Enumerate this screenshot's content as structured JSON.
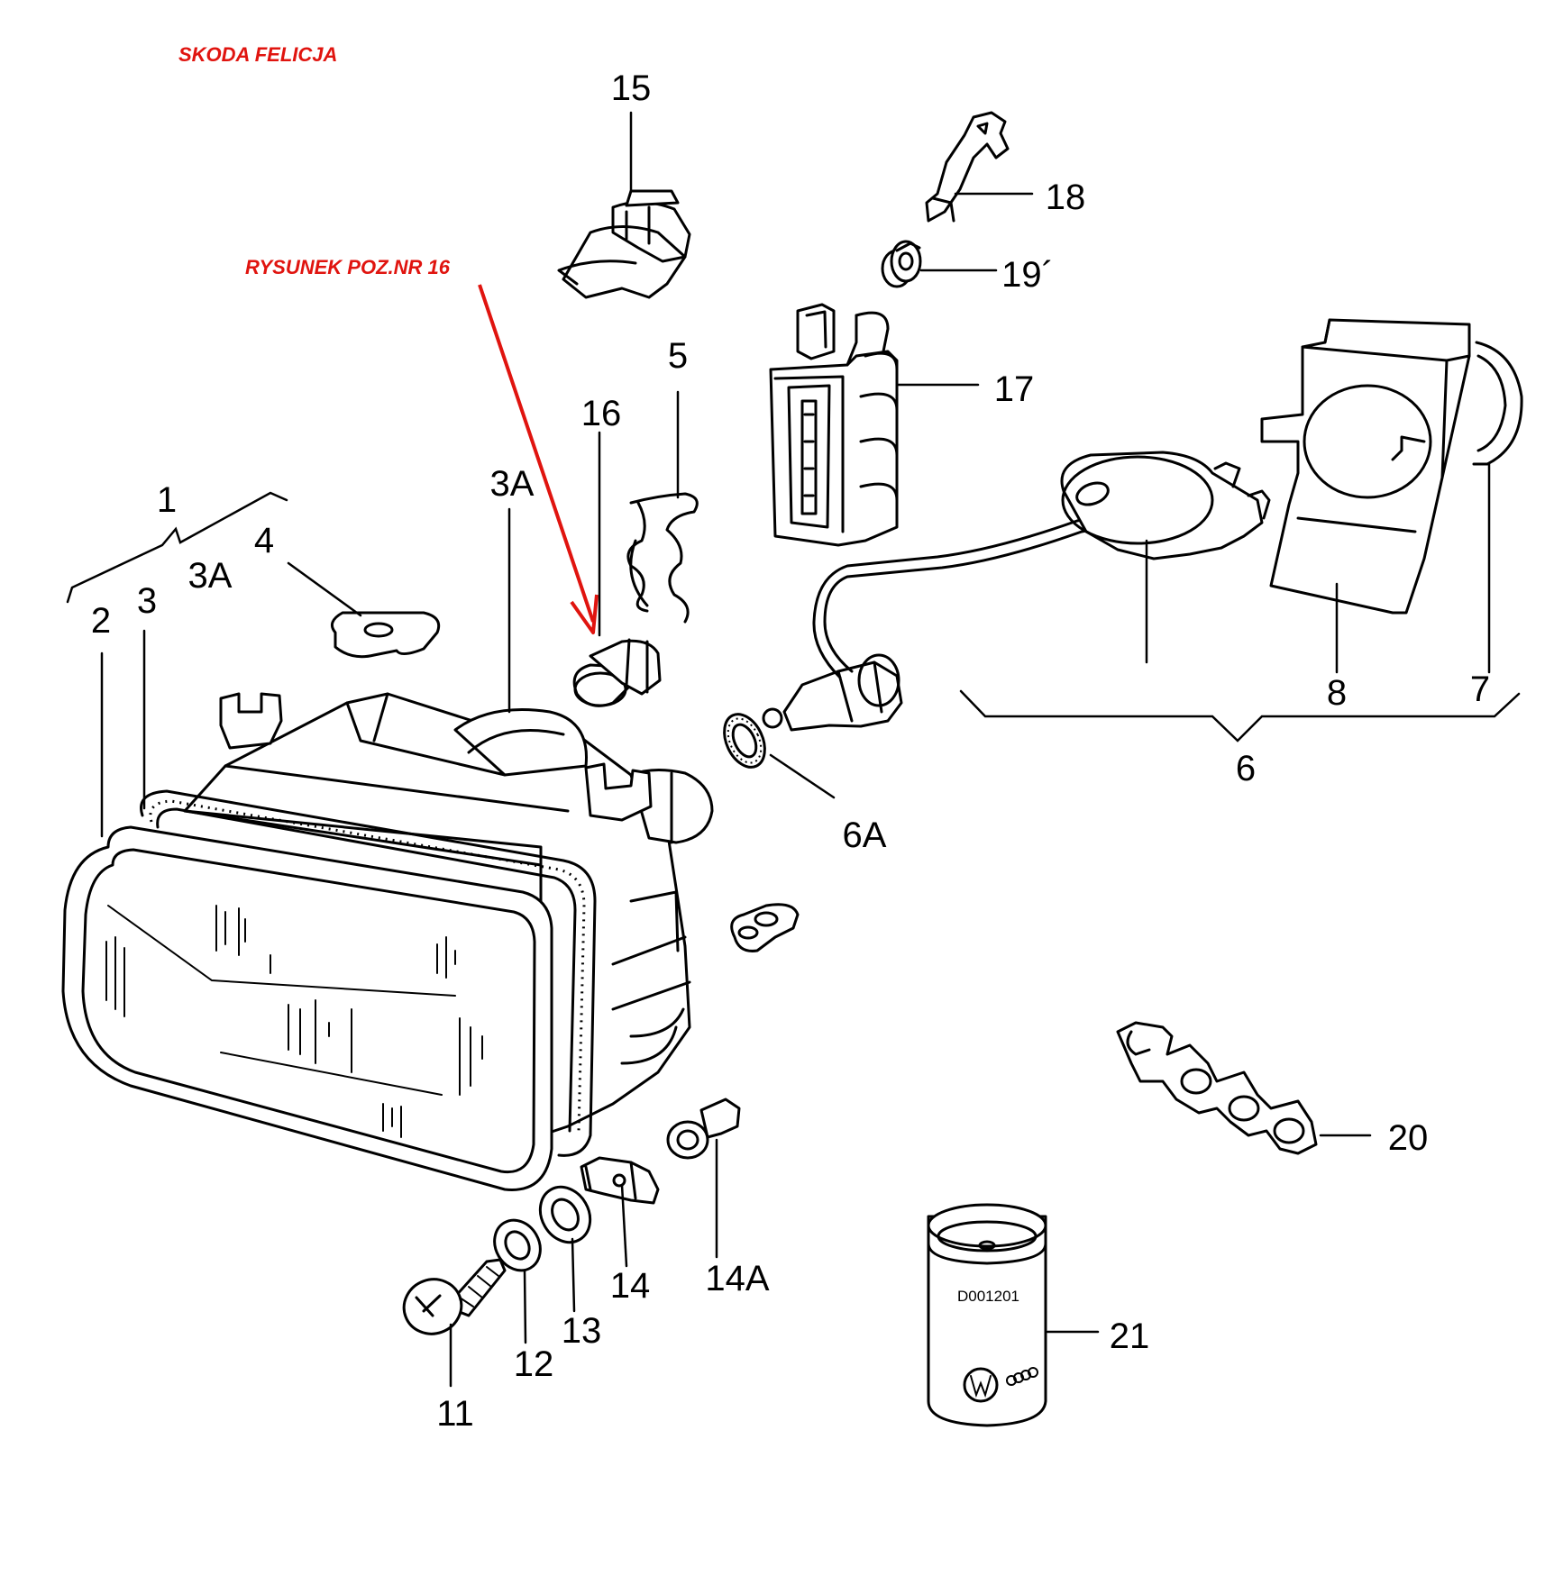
{
  "title": "SKODA FELICJA",
  "annotation": "RYSUNEK POZ.NR 16",
  "accent_color": "#e0140f",
  "labels": {
    "p1": "1",
    "p2": "2",
    "p3": "3",
    "p3a_left": "3A",
    "p3a_top": "3A",
    "p4": "4",
    "p5": "5",
    "p6": "6",
    "p6a": "6A",
    "p7": "7",
    "p8": "8",
    "p11": "11",
    "p12": "12",
    "p13": "13",
    "p14": "14",
    "p14a": "14A",
    "p15": "15",
    "p16": "16",
    "p17": "17",
    "p18": "18",
    "p19": "19´",
    "p20": "20",
    "p21": "21"
  },
  "filter_code": "D001201"
}
